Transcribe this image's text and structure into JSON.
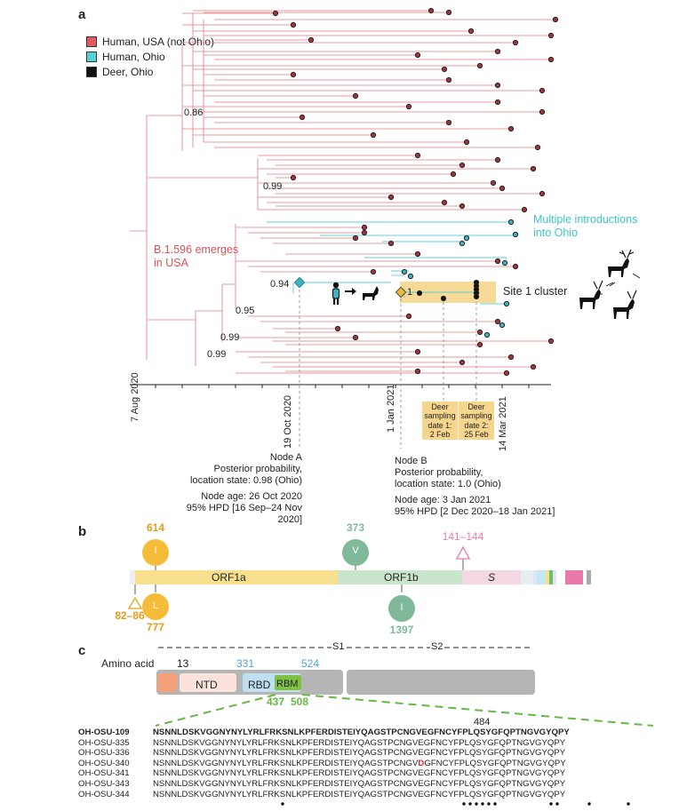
{
  "panel_a": {
    "letter": "a",
    "legend": [
      {
        "label": "Human, USA (not Ohio)",
        "color": "#e05a5f"
      },
      {
        "label": "Human, Ohio",
        "color": "#56d2d6"
      },
      {
        "label": "Deer, Ohio",
        "color": "#111111"
      }
    ],
    "colors": {
      "red_branch": "#e07b7f",
      "cyan_branch": "#5fd0d4",
      "highlight": "#f6d58d"
    },
    "support": [
      "0.86",
      "0.99",
      "0.94",
      "0.95",
      "0.99",
      "0.99"
    ],
    "emerges_label_line1": "B.1.596 emerges",
    "emerges_label_line2": "in USA",
    "multiple_line1": "Multiple introductions",
    "multiple_line2": "into Ohio",
    "site_cluster": "Site 1 cluster",
    "node_marker": "1",
    "axis_dates": [
      "7 Aug 2020",
      "19 Oct 2020",
      "1 Jan 2021",
      "14 Mar 2021"
    ],
    "deer_box1": [
      "Deer",
      "sampling",
      "date 1:",
      "2 Feb"
    ],
    "deer_box2": [
      "Deer",
      "sampling",
      "date 2:",
      "25 Feb"
    ],
    "node_a": {
      "title": "Node A",
      "line1": "Posterior probability,",
      "line2": "location state: 0.98 (Ohio)",
      "age": "Node age: 26 Oct 2020",
      "hpd": "95% HPD [16 Sep–24 Nov 2020]"
    },
    "node_b": {
      "title": "Node B",
      "line1": "Posterior probability,",
      "line2": "location state: 1.0 (Ohio)",
      "age": "Node age: 3 Jan 2021",
      "hpd": "95% HPD [2 Dec 2020–18 Jan 2021]"
    }
  },
  "panel_b": {
    "letter": "b",
    "orf1a": "ORF1a",
    "orf1b": "ORF1b",
    "s": "S",
    "top_markers": [
      {
        "pos": "614",
        "aa": "I",
        "color": "#f2b632"
      },
      {
        "pos": "373",
        "aa": "V",
        "color": "#7fb99a"
      }
    ],
    "deletion_top": "141–144",
    "bottom_markers": [
      {
        "pos": "777",
        "aa": "L",
        "color": "#f2b632"
      },
      {
        "pos": "1397",
        "aa": "I",
        "color": "#7fb99a"
      }
    ],
    "deletion_bottom": "82–86",
    "colors": {
      "orf1a": "#f8e08e",
      "orf1b": "#c9e5cc",
      "s": "#f3d8e1",
      "pink": "#e97aa8",
      "orange_text": "#e89a1c",
      "green_text": "#7fb99a"
    }
  },
  "panel_c": {
    "letter": "c",
    "s1": "S1",
    "s2": "S2",
    "amino_acid": "Amino acid",
    "pos13": "13",
    "pos331": "331",
    "pos524": "524",
    "ntd": "NTD",
    "rbd": "RBD",
    "rbm": "RBM",
    "pos437": "437",
    "pos508": "508",
    "pos484": "484",
    "seq_rows": [
      {
        "name": "OH-OSU-109",
        "pre": "NSNNLDSKVGGNYNYLYRLFRKSNLKPFERDISTEIYQAGSTPCNGV",
        "mid": "E",
        "post": "GFNCYFPLQSYGFQPTNGVGYQPY",
        "bold": true
      },
      {
        "name": "OH-OSU-335",
        "pre": "NSNNLDSKVGGNYNYLYRLFRKSNLKPFERDISTEIYQAGSTPCNGV",
        "mid": "E",
        "post": "GFNCYFPLQSYGFQPTNGVGYQPY",
        "bold": false
      },
      {
        "name": "OH-OSU-336",
        "pre": "NSNNLDSKVGGNYNYLYRLFRKSNLKPFERDISTEIYQAGSTPCNGV",
        "mid": "E",
        "post": "GFNCYFPLQSYGFQPTNGVGYQPY",
        "bold": false
      },
      {
        "name": "OH-OSU-340",
        "pre": "NSNNLDSKVGGNYNYLYRLFRKSNLKPFERDISTEIYQAGSTPCNGV",
        "mid": "D",
        "post": "GFNCYFPLQSYGFQPTNGVGYQPY",
        "bold": false
      },
      {
        "name": "OH-OSU-341",
        "pre": "NSNNLDSKVGGNYNYLYRLFRKSNLKPFERDISTEIYQAGSTPCNGV",
        "mid": "E",
        "post": "GFNCYFPLQSYGFQPTNGVGYQPY",
        "bold": false
      },
      {
        "name": "OH-OSU-343",
        "pre": "NSNNLDSKVGGNYNYLYRLFRKSNLKPFERDISTEIYQAGSTPCNGV",
        "mid": "E",
        "post": "GFNCYFPLQSYGFQPTNGVGYQPY",
        "bold": false
      },
      {
        "name": "OH-OSU-344",
        "pre": "NSNNLDSKVGGNYNYLYRLFRKSNLKPFERDISTEIYQAGSTPCNGV",
        "mid": "E",
        "post": "GFNCYFPLQSYGFQPTNGVGYQPY",
        "bold": false
      }
    ],
    "colors": {
      "orange_box": "#f4a179",
      "ntd_box": "#fbe3dc",
      "rbd_box": "#bfe0f2",
      "rbm_box": "#7fc242",
      "grey": "#b5b5b5",
      "green_dash": "#66b845",
      "blue_text": "#4aa3d6",
      "mut_bg": "#f6e48a",
      "mut_red": "#e0282e"
    }
  }
}
